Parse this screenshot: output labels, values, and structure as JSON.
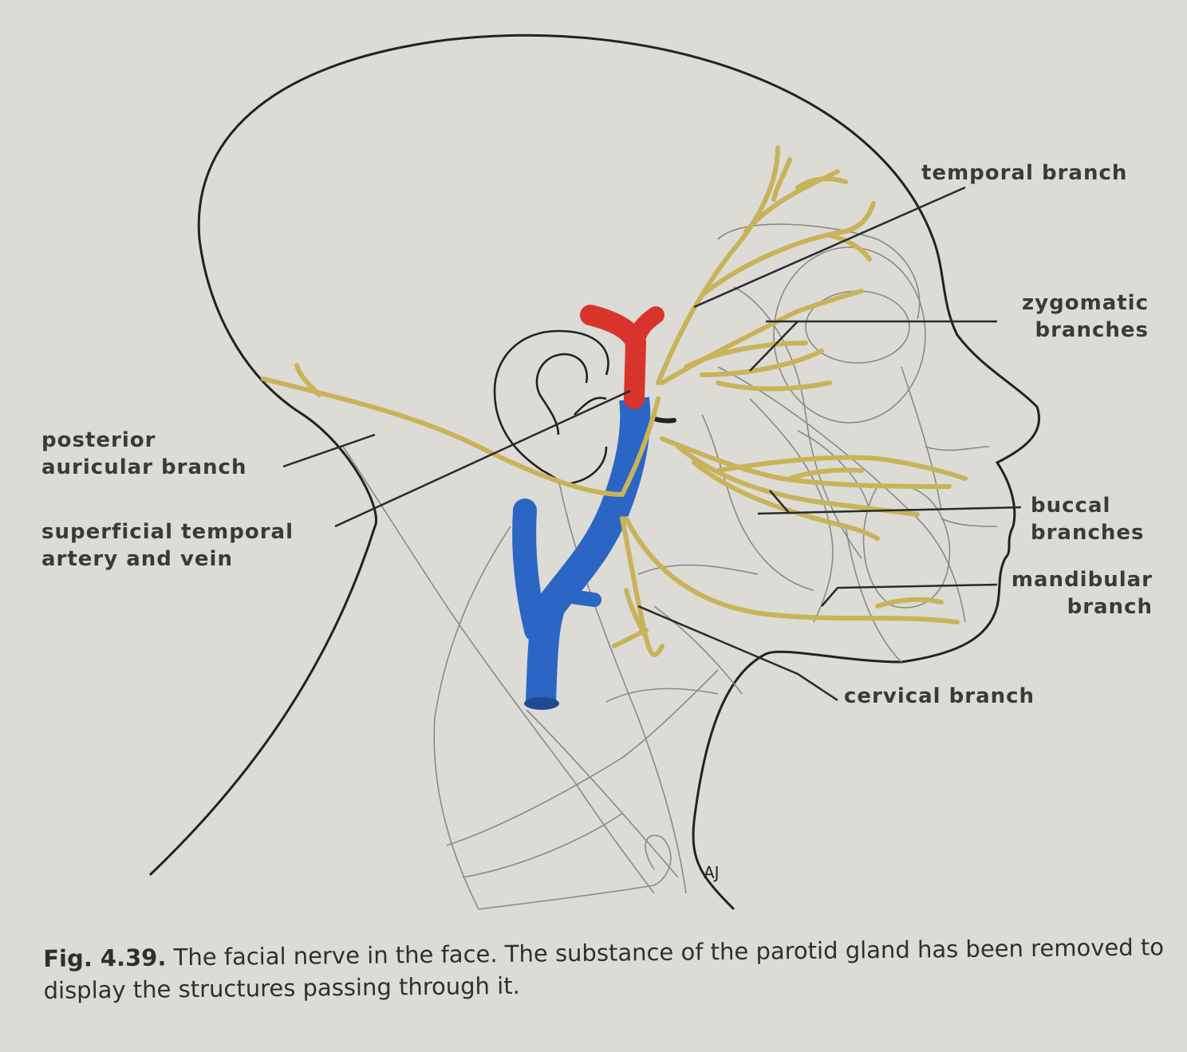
{
  "labels": {
    "temporal": "temporal branch",
    "zygomatic_1": "zygomatic",
    "zygomatic_2": "branches",
    "posterior_1": "posterior",
    "posterior_2": "auricular branch",
    "superficial_1": "superficial temporal",
    "superficial_2": "artery and vein",
    "buccal_1": "buccal",
    "buccal_2": "branches",
    "mandibular_1": "mandibular",
    "mandibular_2": "branch",
    "cervical": "cervical branch"
  },
  "signature": "AJ",
  "caption": {
    "figure_number": "Fig. 4.39.",
    "text": "The facial nerve in the face. The substance of the parotid gland has been removed to display the structures passing through it."
  },
  "colors": {
    "nerve": "#c9b35a",
    "artery": "#d9342b",
    "vein": "#2c66c4",
    "outline": "#2a2a2a",
    "faint": "#8a8a8a"
  }
}
